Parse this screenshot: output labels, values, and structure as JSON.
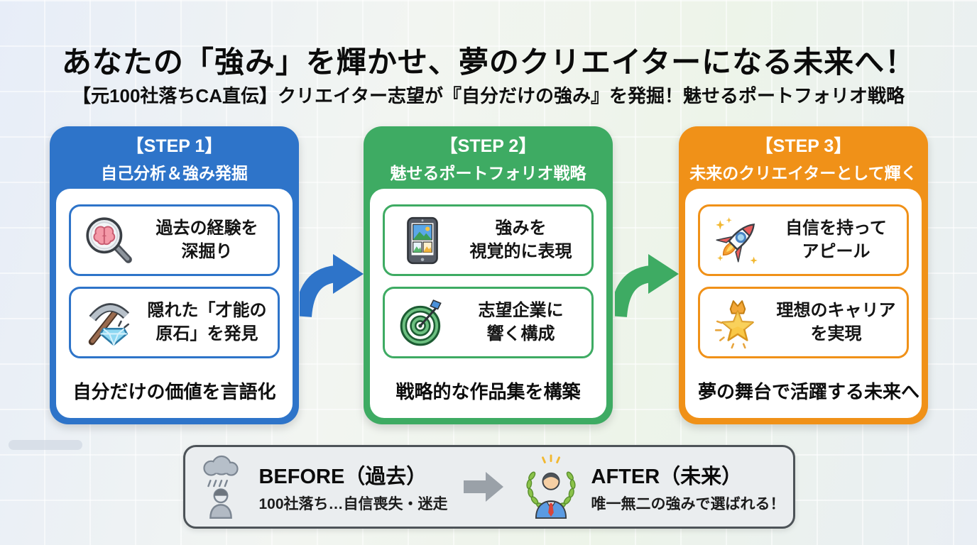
{
  "header": {
    "title": "あなたの「強み」を輝かせ、夢のクリエイターになる未来へ！",
    "subtitle": "【元100社落ちCA直伝】クリエイター志望が『自分だけの強み』を発掘！魅せるポートフォリオ戦略"
  },
  "steps": [
    {
      "label": "【STEP 1】",
      "title": "自己分析＆強み発掘",
      "color": "#2e74c9",
      "items": [
        {
          "icon": "magnifier-brain-icon",
          "line1": "過去の経験を",
          "line2": "深掘り"
        },
        {
          "icon": "pickaxe-diamond-icon",
          "line1": "隠れた「才能の",
          "line2": "原石」を発見"
        }
      ],
      "footer": "自分だけの価値を言語化"
    },
    {
      "label": "【STEP 2】",
      "title": "魅せるポートフォリオ戦略",
      "color": "#3eab63",
      "items": [
        {
          "icon": "tablet-portfolio-icon",
          "line1": "強みを",
          "line2": "視覚的に表現"
        },
        {
          "icon": "target-arrow-icon",
          "line1": "志望企業に",
          "line2": "響く構成"
        }
      ],
      "footer": "戦略的な作品集を構築"
    },
    {
      "label": "【STEP 3】",
      "title": "未来のクリエイターとして輝く",
      "color": "#f09118",
      "items": [
        {
          "icon": "rocket-icon",
          "line1": "自信を持って",
          "line2": "アピール"
        },
        {
          "icon": "star-crown-icon",
          "line1": "理想のキャリア",
          "line2": "を実現"
        }
      ],
      "footer": "夢の舞台で活躍する未来へ"
    }
  ],
  "before_after": {
    "before": {
      "label": "BEFORE（過去）",
      "desc": "100社落ち…自信喪失・迷走",
      "icon": "rain-cloud-person-icon"
    },
    "after": {
      "label": "AFTER（未来）",
      "desc": "唯一無二の強みで選ばれる！",
      "icon": "laurel-person-icon"
    }
  },
  "colors": {
    "step1_blue": "#2e74c9",
    "step2_green": "#3eab63",
    "step3_orange": "#f09118",
    "between_arrow_gray": "#9aa1a8",
    "panel_bg": "#eaedef",
    "panel_border": "#4d5358",
    "text": "#111111"
  }
}
